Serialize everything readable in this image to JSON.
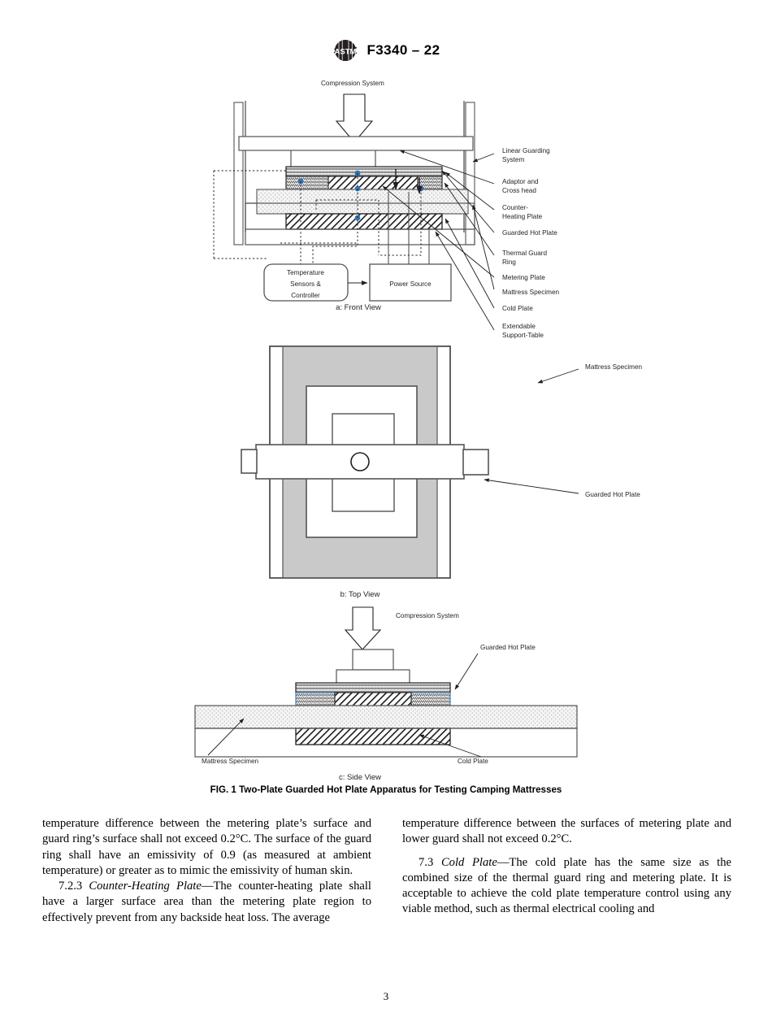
{
  "header": {
    "logo_alt": "ASTM International logo",
    "standard_designation": "F3340 – 22"
  },
  "figure": {
    "caption": "FIG. 1 Two-Plate Guarded Hot Plate Apparatus for Testing Camping Mattresses",
    "views": [
      {
        "id": "front",
        "caption": "a: Front View",
        "top_label": "Compression System",
        "box_labels": [
          "Temperature Sensors & Controller",
          "Power Source"
        ],
        "callouts": [
          "Linear Guarding System",
          "Adaptor and Cross head",
          "Counter-Heating Plate",
          "Guarded Hot Plate",
          "Thermal Guard Ring",
          "Metering Plate",
          "Mattress Specimen",
          "Cold Plate",
          "Extendable Support-Table"
        ]
      },
      {
        "id": "top",
        "caption": "b: Top View",
        "callouts": [
          "Mattress Specimen",
          "Guarded Hot Plate"
        ]
      },
      {
        "id": "side",
        "caption": "c: Side View",
        "top_label": "Compression System",
        "callouts": [
          "Guarded Hot Plate",
          "Mattress Specimen",
          "Cold Plate"
        ]
      }
    ],
    "callout_text": {
      "linear_guarding_1": "Linear Guarding",
      "linear_guarding_2": "System",
      "adaptor_1": "Adaptor and",
      "adaptor_2": "Cross head",
      "counter_1": "Counter-",
      "counter_2": "Heating Plate",
      "guarded_hot_plate": "Guarded Hot Plate",
      "thermal_guard_1": "Thermal Guard",
      "thermal_guard_2": "Ring",
      "metering_plate": "Metering Plate",
      "mattress_specimen": "Mattress Specimen",
      "cold_plate": "Cold Plate",
      "extendable_1": "Extendable",
      "extendable_2": "Support-Table",
      "compression_system": "Compression System",
      "temp_sensors_1": "Temperature",
      "temp_sensors_2": "Sensors &",
      "temp_sensors_3": "Controller",
      "power_source": "Power Source",
      "front_view": "a: Front View",
      "top_view": "b: Top View",
      "side_view": "c: Side View"
    },
    "colors": {
      "line": "#231f20",
      "sensor_dot": "#2e75b6",
      "specimen_fill": "#f2f2f2",
      "top_view_fill": "#d0d0d0",
      "hatch": "#1a1a1a"
    }
  },
  "body": {
    "left_column": {
      "para_1_continued": "temperature difference between the metering plate’s surface and guard ring’s surface shall not exceed 0.2°C. The surface of the guard ring shall have an emissivity of 0.9 (as measured at ambient temperature) or greater as to mimic the emissivity of human skin.",
      "para_2_number": "7.2.3",
      "para_2_term": "Counter-Heating Plate",
      "para_2_dash": "—",
      "para_2_text": "The counter-heating plate shall have a larger surface area than the metering plate region to effectively prevent from any backside heat loss. The average"
    },
    "right_column": {
      "para_1_continued": "temperature difference between the surfaces of metering plate and lower guard shall not exceed 0.2°C.",
      "para_2_number": "7.3",
      "para_2_term": "Cold Plate",
      "para_2_dash": "—",
      "para_2_text": "The cold plate has the same size as the combined size of the thermal guard ring and metering plate. It is acceptable to achieve the cold plate temperature control using any viable method, such as thermal electrical cooling and"
    }
  },
  "footer": {
    "page_number": "3"
  }
}
